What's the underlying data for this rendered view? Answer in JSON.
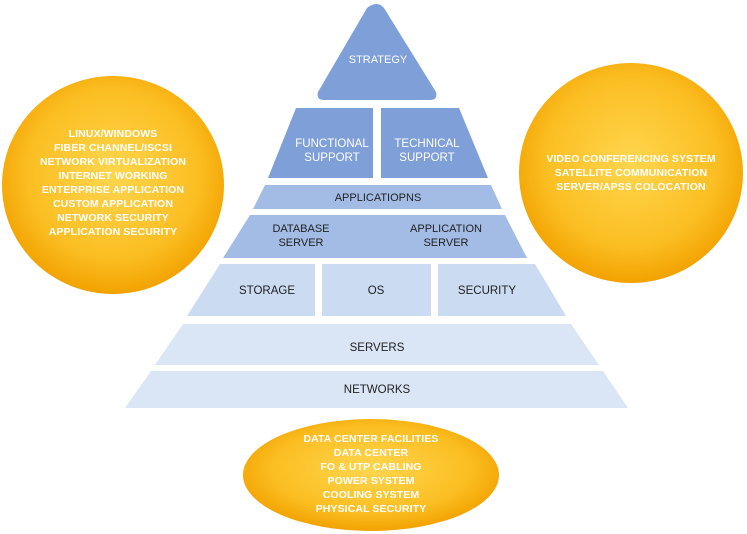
{
  "pyramid": {
    "strategy": "STRATEGY",
    "functional_support": [
      "FUNCTIONAL",
      "SUPPORT"
    ],
    "technical_support": [
      "TECHNICAL",
      "SUPPORT"
    ],
    "applications": "APPLICATIOPNS",
    "database_server": [
      "DATABASE",
      "SERVER"
    ],
    "application_server": [
      "APPLICATION",
      "SERVER"
    ],
    "storage": "STORAGE",
    "os": "OS",
    "security": "SECURITY",
    "servers": "SERVERS",
    "networks": "NETWORKS"
  },
  "left_ellipse": {
    "lines": [
      "LINUX/WINDOWS",
      "FIBER CHANNEL/ISCSI",
      "NETWORK VIRTUALIZATION",
      "INTERNET WORKING",
      "ENTERPRISE APPLICATION",
      "CUSTOM APPLICATION",
      "NETWORK SECURITY",
      "APPLICATION SECURITY"
    ]
  },
  "right_ellipse": {
    "lines": [
      "VIDEO CONFERENCING SYSTEM",
      "SATELLITE COMMUNICATION",
      "SERVER/APSS COLOCATION"
    ]
  },
  "bottom_ellipse": {
    "lines": [
      "DATA CENTER FACILITIES",
      "DATA CENTER",
      "FO & UTP CABLING",
      "POWER SYSTEM",
      "COOLING SYSTEM",
      "PHYSICAL SECURITY"
    ]
  },
  "colors": {
    "dark_blue": "#7F9FD8",
    "mid_blue": "#A3BCE5",
    "light_blue": "#CADBF2",
    "lightest_blue": "#DAE6F6",
    "orange_center": "#FFD24A",
    "orange_edge": "#F3A100"
  }
}
